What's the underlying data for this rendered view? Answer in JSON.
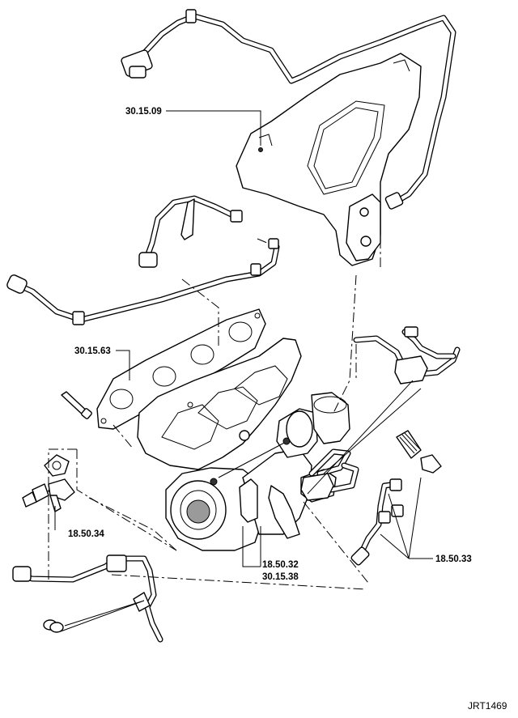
{
  "figure_id": "JRT1469",
  "callouts": {
    "heat_shield": "30.15.09",
    "manifold_gasket": "30.15.63",
    "oil_pipe_fitting": "18.50.34",
    "turbo_ref_a": "18.50.32",
    "turbo_ref_b": "30.15.38",
    "coolant_pipes": "18.50.33"
  }
}
